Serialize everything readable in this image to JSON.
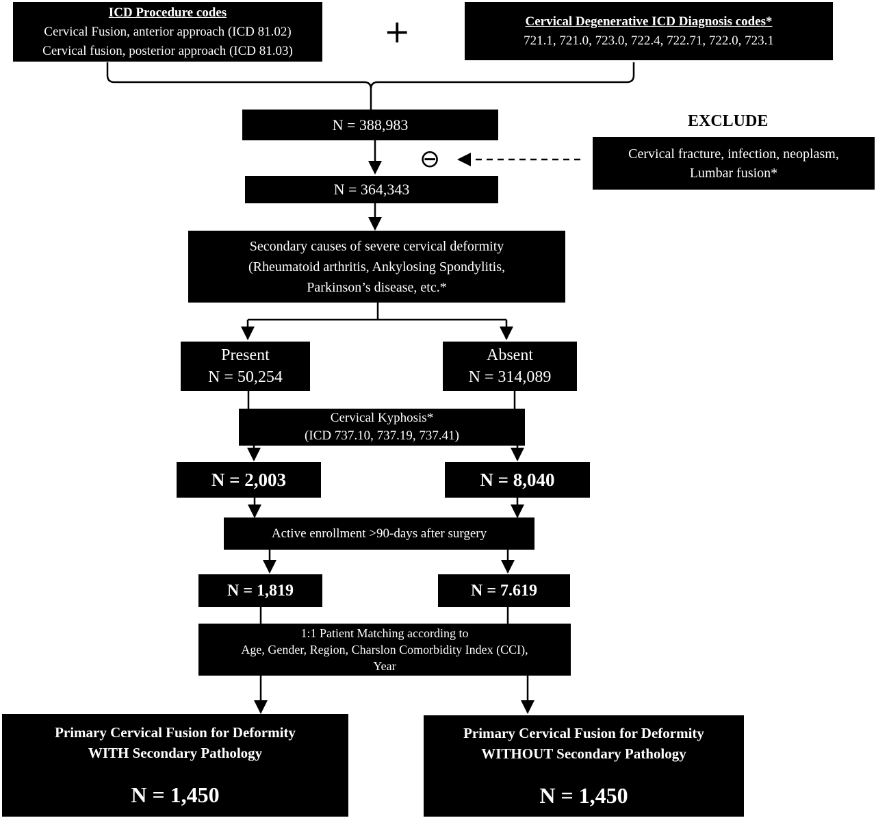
{
  "procedure_box": {
    "title": "ICD Procedure codes",
    "line1": "Cervical Fusion, anterior approach (ICD 81.02)",
    "line2": "Cervical fusion, posterior approach (ICD 81.03)"
  },
  "plus_symbol": "+",
  "diagnosis_box": {
    "title": "Cervical Degenerative ICD Diagnosis codes*",
    "codes": "721.1, 721.0, 723.0, 722.4, 722.71, 722.0, 723.1"
  },
  "n_initial": "N = 388,983",
  "exclude": {
    "title": "EXCLUDE",
    "line1": "Cervical fracture, infection, neoplasm,",
    "line2": "Lumbar fusion*",
    "minus_symbol": "⊖"
  },
  "n_after_exclusion": "N = 364,343",
  "secondary_causes": {
    "line1": "Secondary causes of severe cervical deformity",
    "line2": "(Rheumatoid arthritis, Ankylosing Spondylitis,",
    "line3": "Parkinson’s disease, etc.*"
  },
  "present": {
    "label": "Present",
    "n": "N = 50,254"
  },
  "absent": {
    "label": "Absent",
    "n": "N = 314,089"
  },
  "kyphosis": {
    "line1": "Cervical Kyphosis*",
    "line2": "(ICD 737.10, 737.19, 737.41)"
  },
  "n_present_kyphosis": "N = 2,003",
  "n_absent_kyphosis": "N = 8,040",
  "enrollment": "Active enrollment >90-days after surgery",
  "n_present_enrolled": "N = 1,819",
  "n_absent_enrolled": "N = 7.619",
  "matching": {
    "line1": "1:1 Patient Matching according to",
    "line2": "Age, Gender, Region, Charslon Comorbidity Index (CCI),",
    "line3": "Year"
  },
  "final_with": {
    "line1": "Primary Cervical Fusion for Deformity",
    "line2": "WITH Secondary Pathology",
    "n": "N = 1,450"
  },
  "final_without": {
    "line1": "Primary Cervical Fusion for Deformity",
    "line2": "WITHOUT Secondary Pathology",
    "n": "N = 1,450"
  }
}
